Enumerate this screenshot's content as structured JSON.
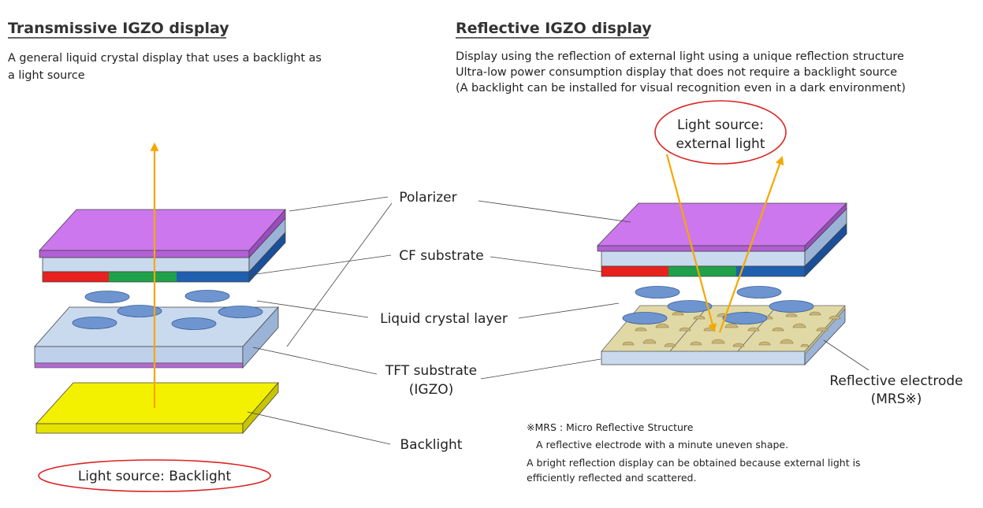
{
  "transmissive": {
    "title": "Transmissive IGZO display",
    "desc_line1": "A general liquid crystal display that uses a backlight as",
    "desc_line2": "a light source",
    "light_source_label": "Light source: Backlight"
  },
  "reflective": {
    "title": "Reflective IGZO display",
    "desc_line1": "Display using the reflection of external light using a unique reflection structure",
    "desc_line2": "Ultra-low power consumption display that does not require a backlight source",
    "desc_line3": "(A backlight can be installed for visual recognition even in a dark environment)",
    "light_source_line1": "Light source:",
    "light_source_line2": "external light",
    "electrode_line1": "Reflective electrode",
    "electrode_line2": "(MRS※)"
  },
  "layers": {
    "polarizer": "Polarizer",
    "cf_substrate": "CF substrate",
    "liquid_crystal": "Liquid crystal layer",
    "tft_line1": "TFT substrate",
    "tft_line2": "(IGZO)",
    "backlight": "Backlight"
  },
  "footnote": {
    "mrs_title": "※MRS : Micro Reflective Structure",
    "mrs_desc": "A reflective electrode with a minute uneven shape.",
    "line1": "A bright reflection display can be obtained because external light is",
    "line2": "efficiently reflected and scattered."
  },
  "colors": {
    "polarizer": "#cc77ee",
    "substrate": "#c9d9ee",
    "lc_drop": "#6e95cf",
    "backlight": "#f3f000",
    "arrow": "#f5a800",
    "ellipse_outline": "#dd2222",
    "cf_red": "#e8201e",
    "cf_green": "#1fa04a",
    "cf_blue": "#1f5fb0",
    "electrode": "#e0d9a6"
  }
}
